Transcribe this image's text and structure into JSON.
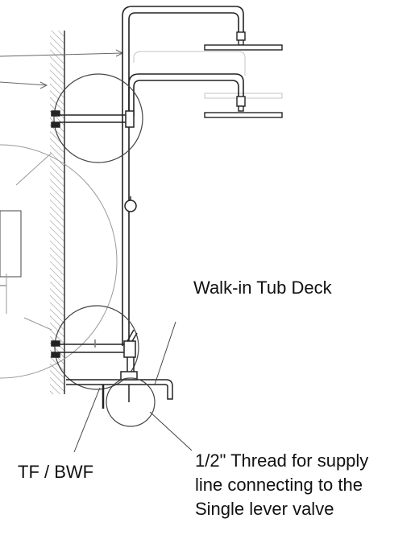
{
  "labels": {
    "deck": "Walk-in Tub Deck",
    "tf_bwf": "TF / BWF",
    "thread_line1": "1/2\" Thread for supply",
    "thread_line2": "line connecting to the",
    "thread_line3": "Single lever valve"
  },
  "colors": {
    "line": "#222222",
    "ghost": "#bdbdbd",
    "hatch": "#777777"
  }
}
